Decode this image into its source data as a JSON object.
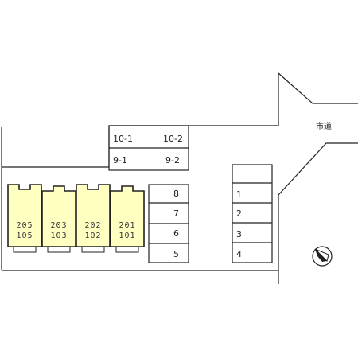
{
  "road_label": "市道",
  "parking": {
    "top_rows": [
      {
        "left": "10-1",
        "right": "10-2"
      },
      {
        "left": "9-1",
        "right": "9-2"
      }
    ],
    "middle_column": [
      "8",
      "7",
      "6",
      "5"
    ],
    "right_column": [
      "1",
      "2",
      "3",
      "4"
    ]
  },
  "units": [
    {
      "upper": "205",
      "lower": "105"
    },
    {
      "upper": "203",
      "lower": "103"
    },
    {
      "upper": "202",
      "lower": "102"
    },
    {
      "upper": "201",
      "lower": "101"
    }
  ],
  "colors": {
    "building_fill": "#ffffc2",
    "line": "#222222"
  },
  "compass_icon": "north-arrow-icon"
}
